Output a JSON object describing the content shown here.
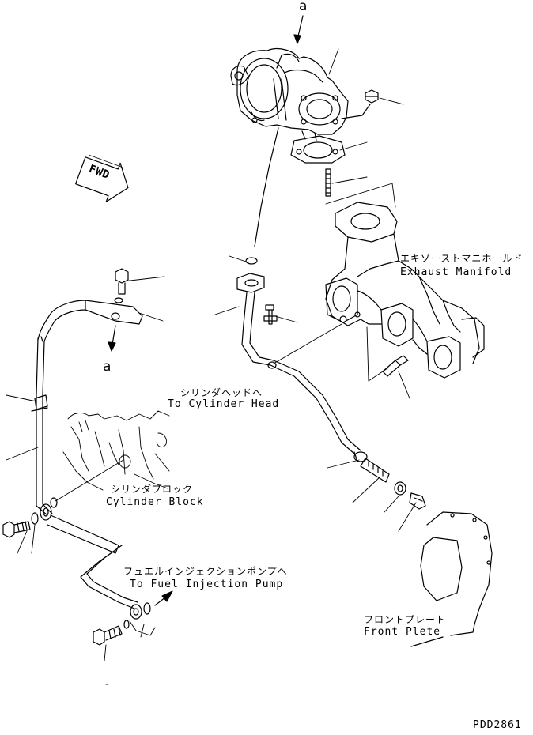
{
  "ref_mark_top": "a",
  "ref_mark_bottom": "a",
  "fwd_mark": "FWD",
  "labels": {
    "exhaust_manifold": {
      "jp": "エキゾーストマニホールド",
      "en": "Exhaust Manifold"
    },
    "cylinder_head": {
      "jp": "シリンダヘッドへ",
      "en": "To Cylinder Head"
    },
    "cylinder_block": {
      "jp": "シリンダブロック",
      "en": "Cylinder Block"
    },
    "fuel_injection_pump": {
      "jp": "フュエルインジェクションポンプへ",
      "en": "To Fuel Injection Pump"
    },
    "front_plate": {
      "jp": "フロントプレート",
      "en": "Front Plete"
    }
  },
  "drawing_code": "PDD2861"
}
